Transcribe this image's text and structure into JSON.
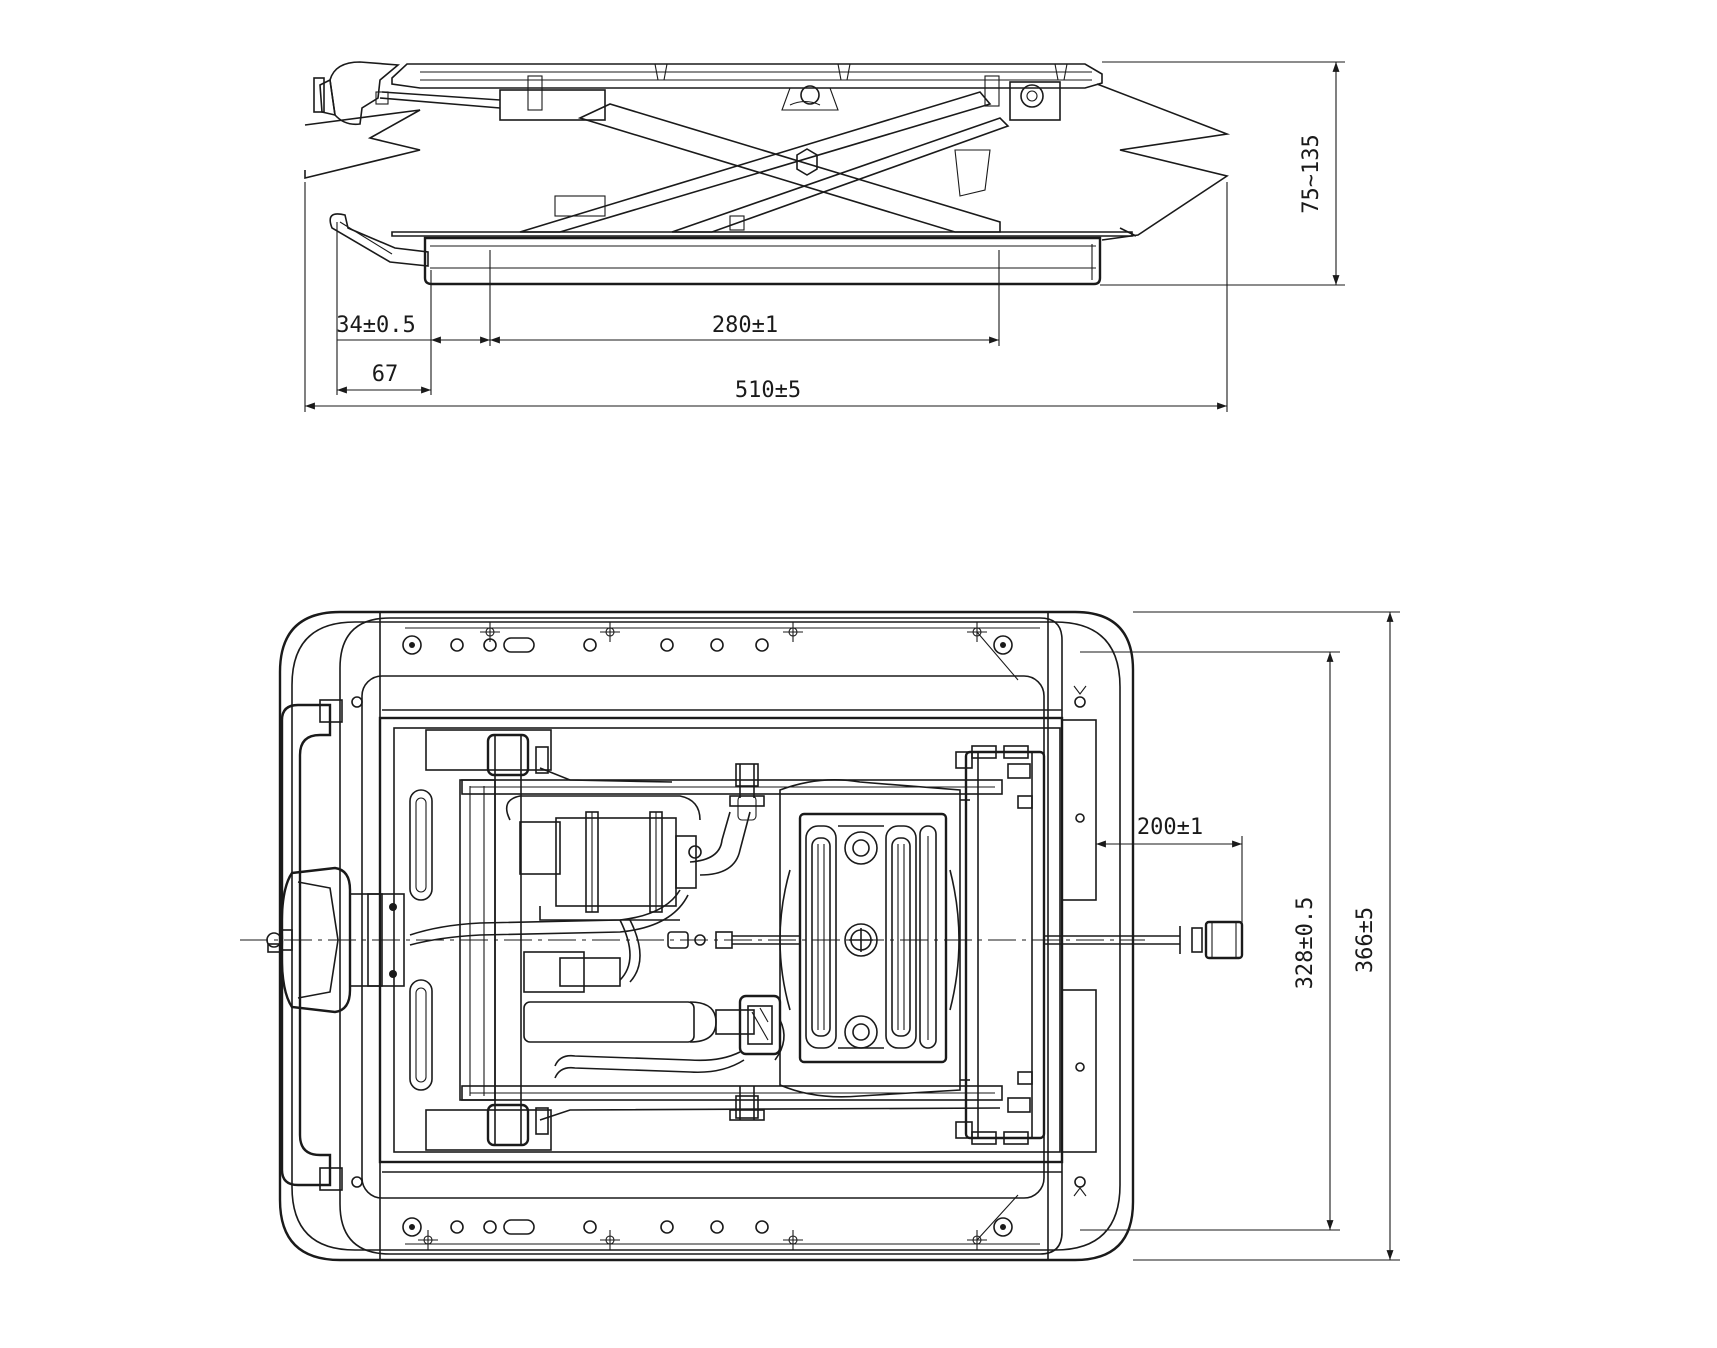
{
  "side_view": {
    "dimensions": {
      "offset_34": "34±0.5",
      "span_280": "280±1",
      "width_67": "67",
      "length_510": "510±5",
      "height_75_135": "75~135"
    }
  },
  "top_view": {
    "dimensions": {
      "extension_200": "200±1",
      "width_328": "328±0.5",
      "width_366": "366±5"
    }
  }
}
